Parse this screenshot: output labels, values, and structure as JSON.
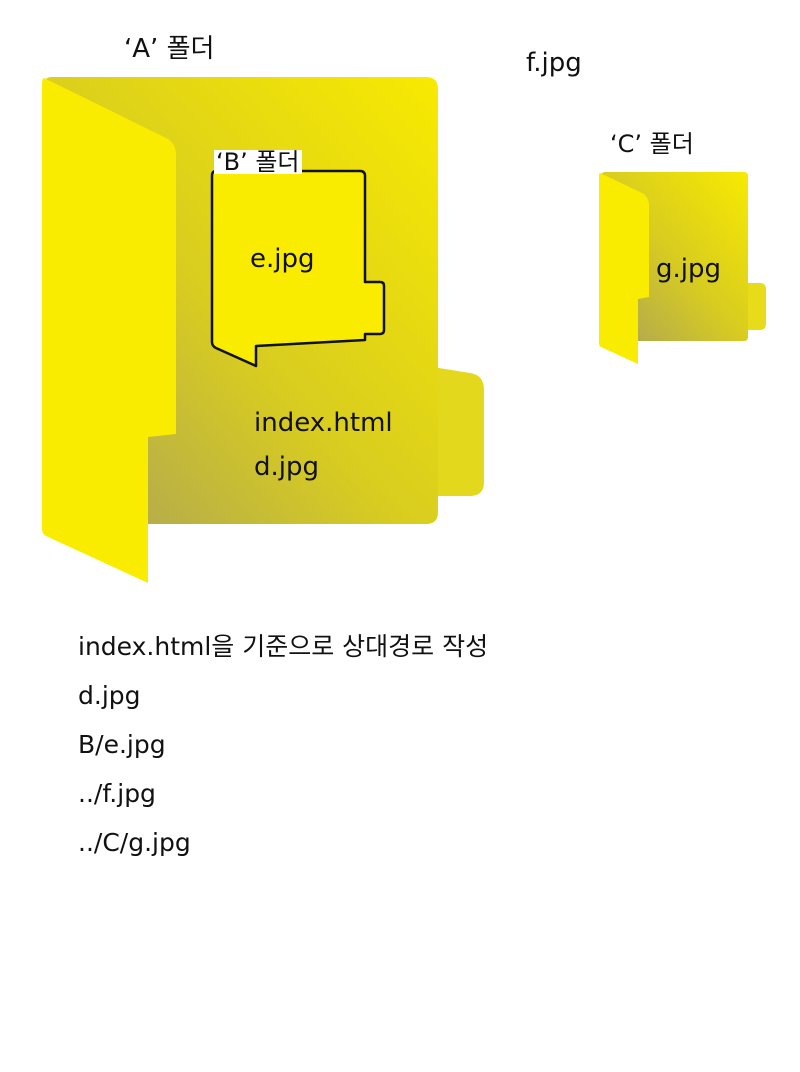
{
  "folders": {
    "a": {
      "label": "‘A’ 폴더",
      "files": [
        "index.html",
        "d.jpg"
      ]
    },
    "b": {
      "label": "‘B’ 폴더",
      "files": [
        "e.jpg"
      ]
    },
    "c": {
      "label": "‘C’ 폴더",
      "files": [
        "g.jpg"
      ]
    }
  },
  "loose_file": "f.jpg",
  "paths": {
    "heading": "index.html을 기준으로 상대경로 작성",
    "items": [
      "d.jpg",
      "B/e.jpg",
      "../f.jpg",
      "../C/g.jpg"
    ]
  },
  "colors": {
    "folder_yellow": "#f7ea00",
    "folder_shadow": "#a8a055",
    "outline": "#111111"
  }
}
